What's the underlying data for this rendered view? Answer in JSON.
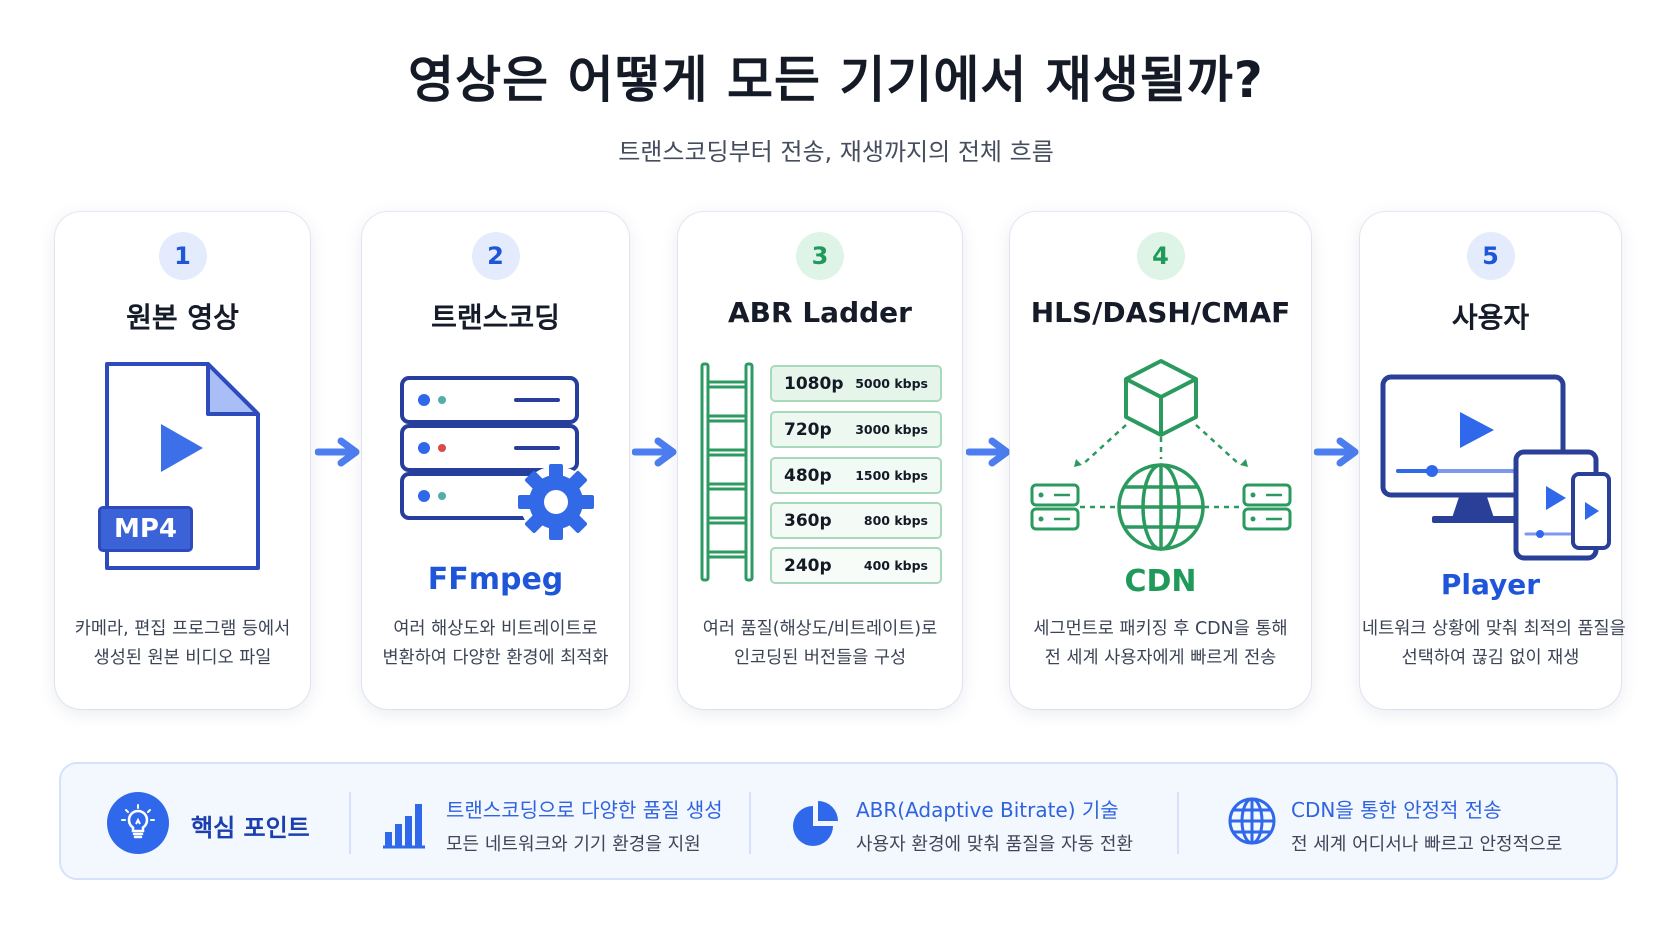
{
  "header": {
    "title": "영상은 어떻게 모든 기기에서 재생될까?",
    "subtitle": "트랜스코딩부터 전송, 재생까지의 전체 흐름"
  },
  "steps": [
    {
      "number": "1",
      "title": "원본 영상",
      "icon_label": "MP4",
      "label": "",
      "desc": [
        "카메라, 편집 프로그램 등에서",
        "생성된 원본 비디오 파일"
      ],
      "icon": "video-file-icon"
    },
    {
      "number": "2",
      "title": "트랜스코딩",
      "icon_label": "",
      "label": "FFmpeg",
      "desc": [
        "여러 해상도와 비트레이트로",
        "변환하여 다양한 환경에 최적화"
      ],
      "icon": "server-gear-icon"
    },
    {
      "number": "3",
      "title": "ABR Ladder",
      "icon_label": "",
      "label": "",
      "desc": [
        "여러 품질(해상도/비트레이트)로",
        "인코딩된 버전들을 구성"
      ],
      "icon": "ladder-icon"
    },
    {
      "number": "4",
      "title": "HLS/DASH/CMAF",
      "icon_label": "",
      "label": "CDN",
      "desc": [
        "세그먼트로 패키징 후 CDN을 통해",
        "전 세계 사용자에게 빠르게 전송"
      ],
      "icon": "cdn-network-icon"
    },
    {
      "number": "5",
      "title": "사용자",
      "icon_label": "",
      "label": "Player",
      "desc": [
        "네트워크 상황에 맞춰 최적의 품질을",
        "선택하여 끊김 없이 재생"
      ],
      "icon": "multi-device-icon"
    }
  ],
  "ladder": [
    {
      "res": "1080p",
      "kbps": "5000 kbps"
    },
    {
      "res": "720p",
      "kbps": "3000 kbps"
    },
    {
      "res": "480p",
      "kbps": "1500 kbps"
    },
    {
      "res": "360p",
      "kbps": "800 kbps"
    },
    {
      "res": "240p",
      "kbps": "400 kbps"
    }
  ],
  "key_points": {
    "label": "핵심 포인트",
    "items": [
      {
        "title": "트랜스코딩으로 다양한 품질 생성",
        "sub": "모든 네트워크와 기기 환경을 지원",
        "icon": "bar-chart-icon"
      },
      {
        "title": "ABR(Adaptive Bitrate) 기술",
        "sub": "사용자 환경에 맞춰 품질을 자동 전환",
        "icon": "pie-chart-icon"
      },
      {
        "title": "CDN을 통한 안정적 전송",
        "sub": "전 세계 어디서나 빠르고 안정적으로",
        "icon": "globe-icon"
      }
    ]
  },
  "colors": {
    "blue": "#2f68ea",
    "green": "#1f9a5a",
    "navy": "#1b3fae"
  }
}
